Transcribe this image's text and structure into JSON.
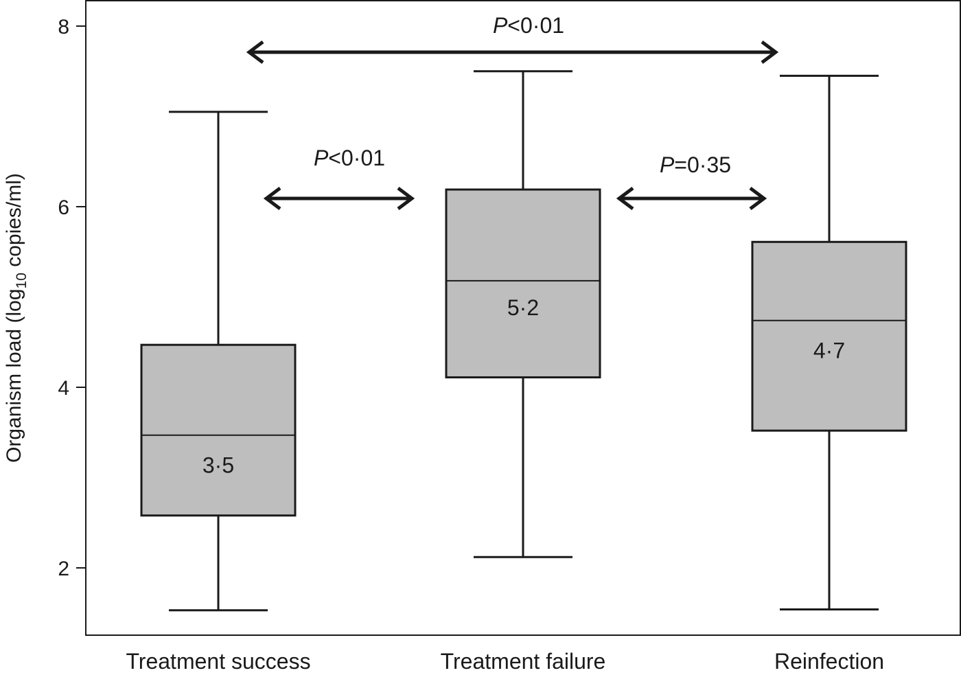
{
  "chart_data": {
    "type": "box",
    "ylabel": {
      "prefix": "Organism load (log",
      "subscript": "10",
      "suffix": " copies/ml)"
    },
    "yticks": [
      "2",
      "4",
      "6",
      "8"
    ],
    "ytick_values": [
      2,
      4,
      6,
      8
    ],
    "ylim": [
      1.3,
      8.3
    ],
    "grid": false,
    "categories": [
      "Treatment success",
      "Treatment failure",
      "Reinfection"
    ],
    "boxes": [
      {
        "category": "Treatment success",
        "whisker_low": 1.53,
        "q1": 2.58,
        "median": 3.47,
        "q3": 4.47,
        "whisker_high": 7.05,
        "median_label": "3·5"
      },
      {
        "category": "Treatment failure",
        "whisker_low": 2.12,
        "q1": 4.11,
        "median": 5.18,
        "q3": 6.19,
        "whisker_high": 7.5,
        "median_label": "5·2"
      },
      {
        "category": "Reinfection",
        "whisker_low": 1.54,
        "q1": 3.52,
        "median": 4.74,
        "q3": 5.61,
        "whisker_high": 7.45,
        "median_label": "4·7"
      }
    ],
    "comparisons": [
      {
        "from": "Treatment success",
        "to": "Reinfection",
        "p_symbol": "P",
        "p_text": "<0·01"
      },
      {
        "from": "Treatment success",
        "to": "Treatment failure",
        "p_symbol": "P",
        "p_text": "<0·01"
      },
      {
        "from": "Treatment failure",
        "to": "Reinfection",
        "p_symbol": "P",
        "p_text": "=0·35"
      }
    ],
    "colors": {
      "box_fill": "#bebebe",
      "line": "#1a1a1a",
      "background": "#ffffff"
    }
  }
}
